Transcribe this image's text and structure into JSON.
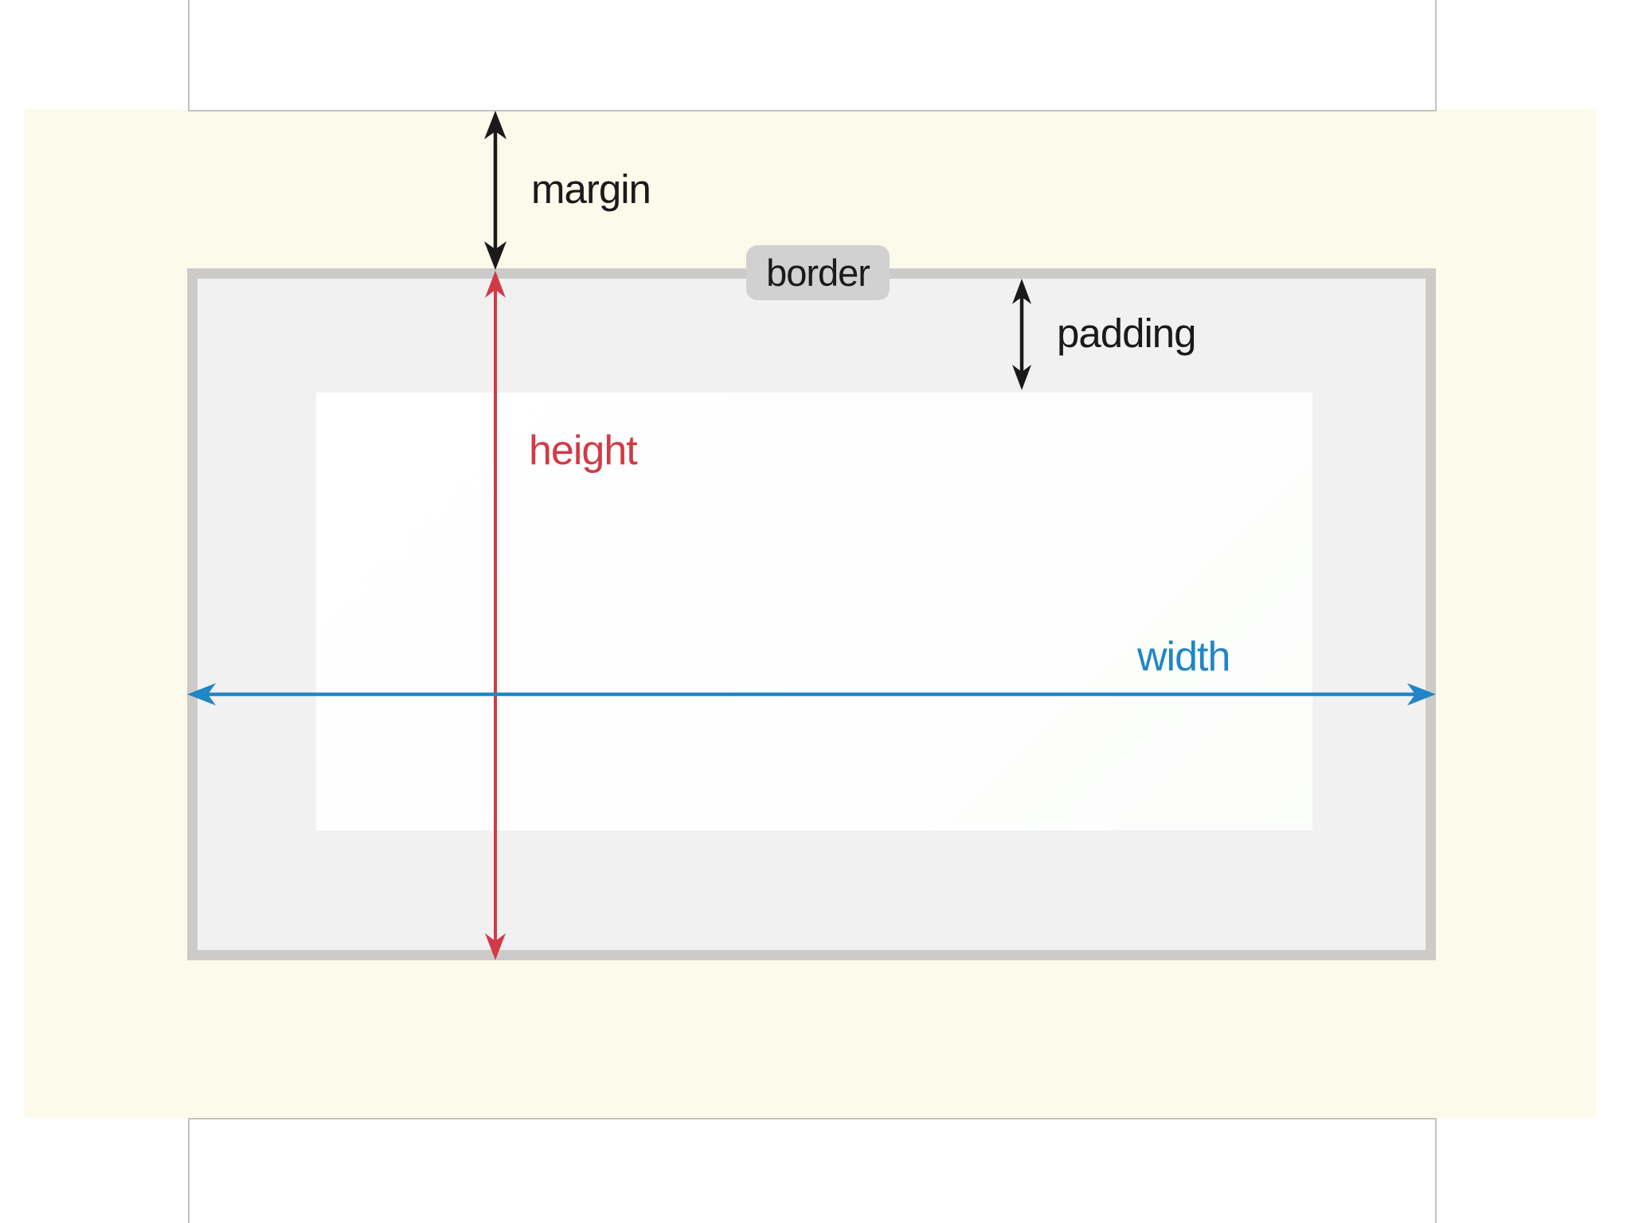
{
  "diagram": {
    "title": "CSS box model diagram",
    "labels": {
      "margin": "margin",
      "border": "border",
      "padding": "padding",
      "height": "height",
      "width": "width"
    },
    "colors": {
      "page_background": "#ffffff",
      "margin_area": "#fcfaea",
      "border_area": "#cccbca",
      "padding_area": "#f1f1f2",
      "content_area": "#ffffff",
      "strip_background": "#ffffff",
      "strip_border": "#c3c3c3",
      "badge_background": "#d2d1d1",
      "text": "#1a1a1a",
      "margin_arrow": "#1a1a1a",
      "padding_arrow": "#1a1a1a",
      "height_accent": "#d23a45",
      "width_accent": "#2086c6"
    }
  }
}
